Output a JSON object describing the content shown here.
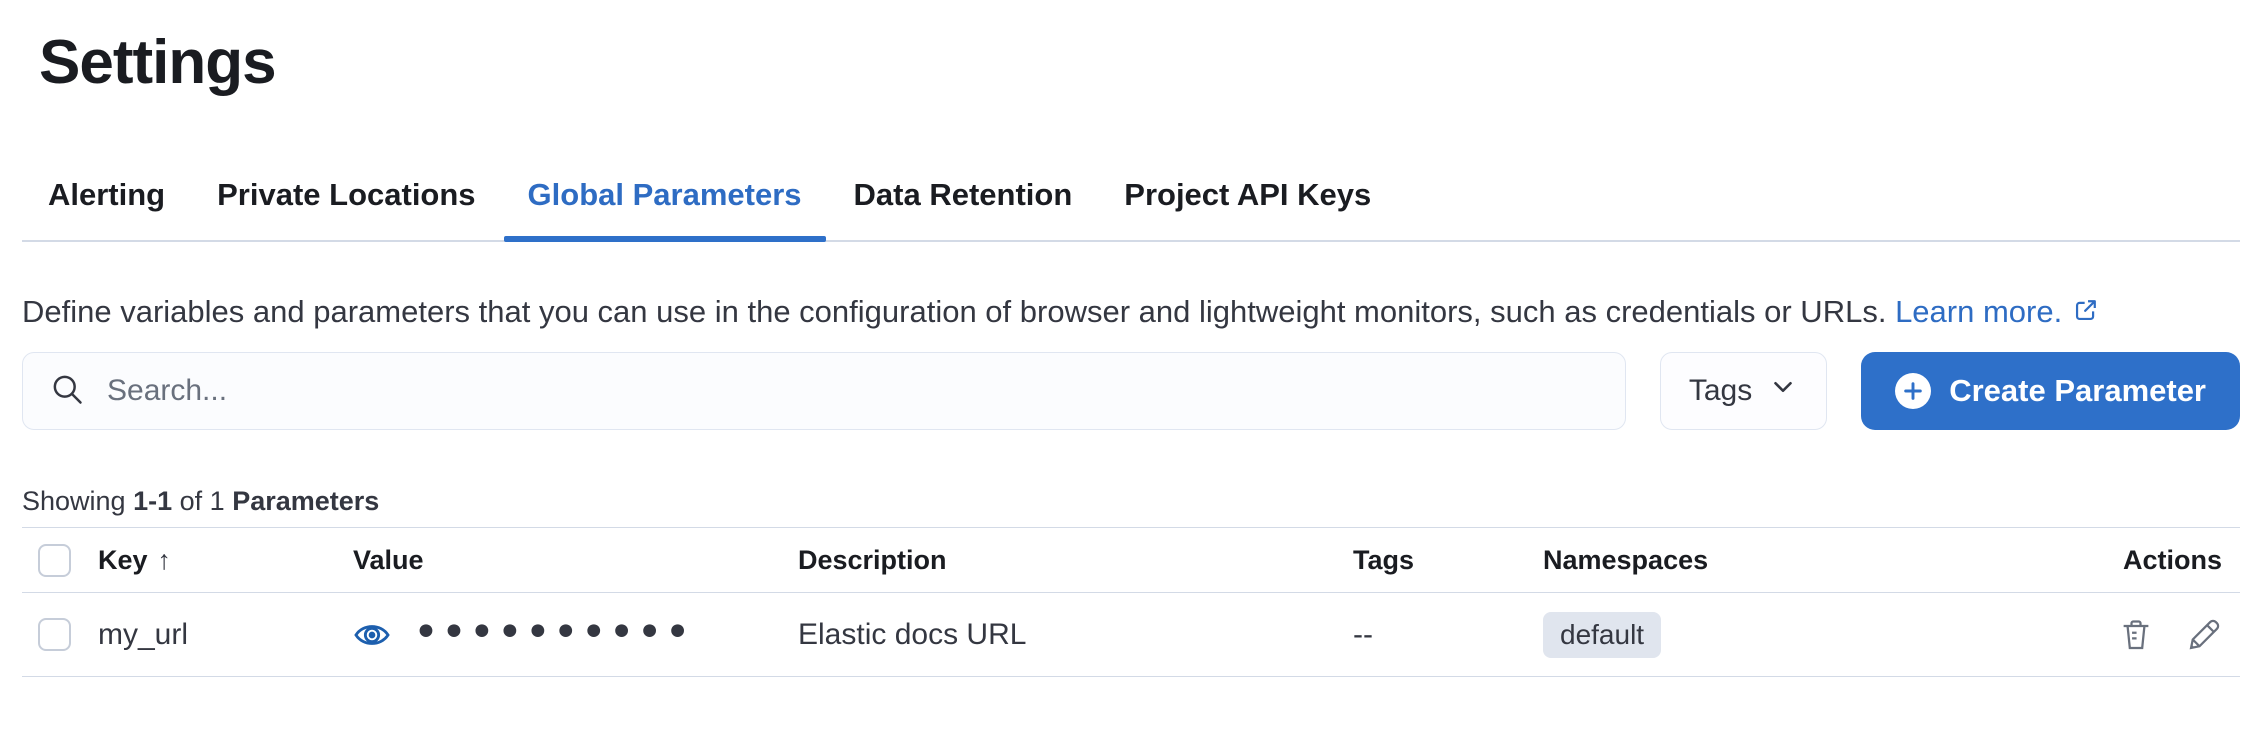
{
  "page": {
    "title": "Settings"
  },
  "tabs": [
    {
      "label": "Alerting",
      "active": false
    },
    {
      "label": "Private Locations",
      "active": false
    },
    {
      "label": "Global Parameters",
      "active": true
    },
    {
      "label": "Data Retention",
      "active": false
    },
    {
      "label": "Project API Keys",
      "active": false
    }
  ],
  "description": {
    "text": "Define variables and parameters that you can use in the configuration of browser and lightweight monitors, such as credentials or URLs.",
    "link_label": "Learn more.",
    "link_icon": "external-link"
  },
  "toolbar": {
    "search_placeholder": "Search...",
    "tags_button_label": "Tags",
    "create_button_label": "Create Parameter"
  },
  "summary": {
    "prefix": "Showing",
    "range": "1-1",
    "connector": "of 1",
    "entity": "Parameters"
  },
  "table": {
    "columns": {
      "key": "Key",
      "value": "Value",
      "description": "Description",
      "tags": "Tags",
      "namespaces": "Namespaces",
      "actions": "Actions"
    },
    "sort": {
      "column": "Key",
      "direction": "ascending"
    },
    "rows": [
      {
        "key": "my_url",
        "value_masked": "••••••••••",
        "description": "Elastic docs URL",
        "tags": "--",
        "namespaces": "default"
      }
    ]
  },
  "colors": {
    "primary_blue": "#2E70C9",
    "active_tab": "#2E6CC3",
    "link": "#2E6CC3",
    "eye_icon": "#1D5FAE",
    "heading_text": "#1A1C21",
    "body_text": "#343741",
    "subdued_text": "#69707D",
    "border": "#D3DAE6",
    "badge_bg": "#E0E5EE",
    "input_bg": "#FBFCFE"
  }
}
